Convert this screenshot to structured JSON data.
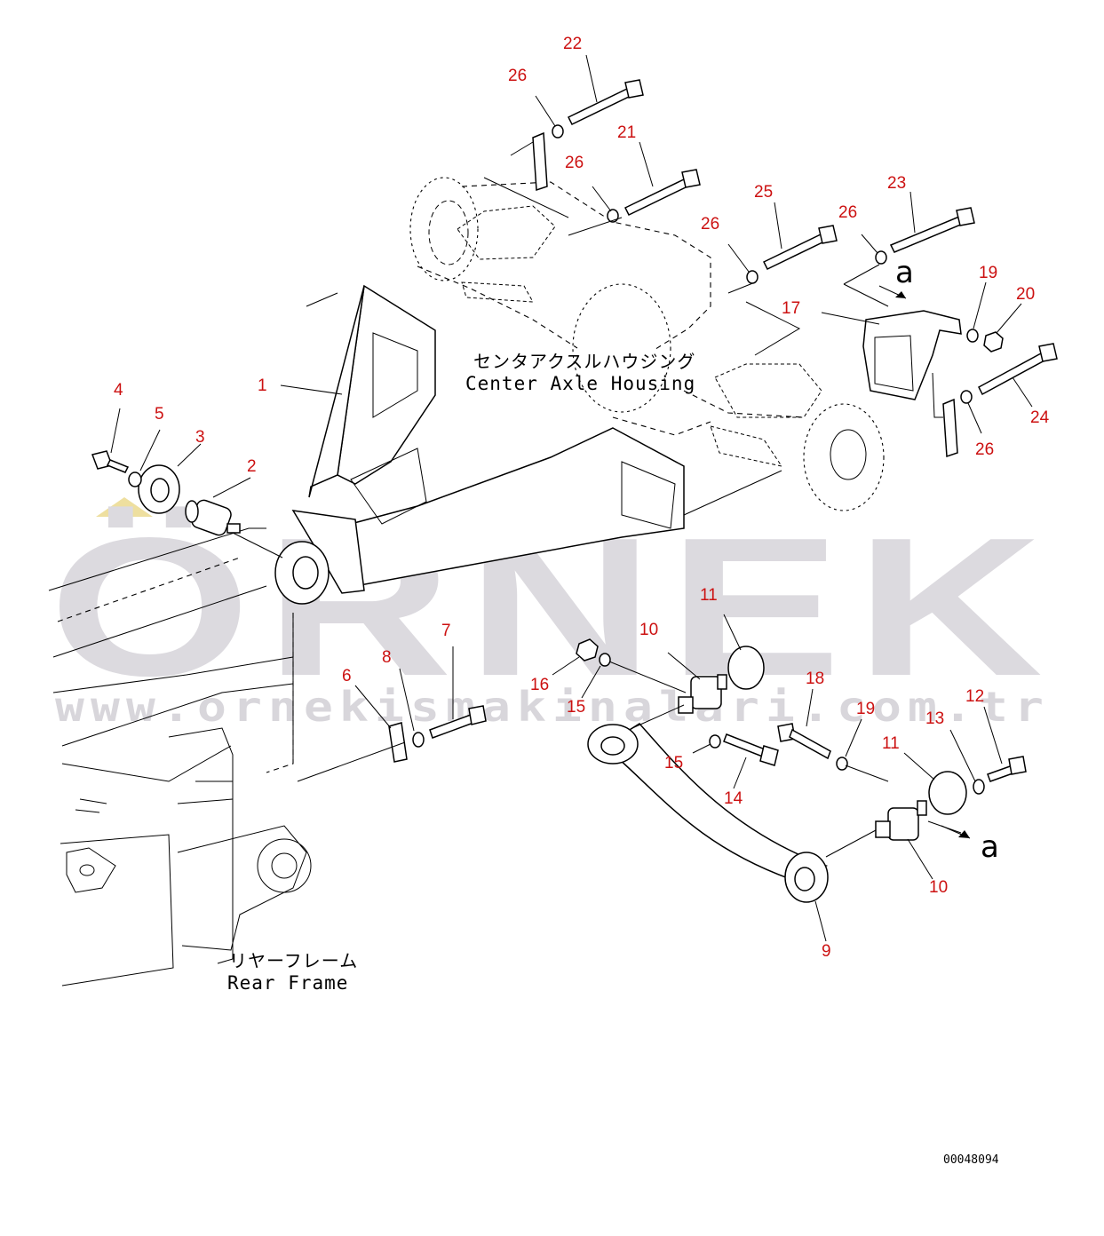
{
  "watermark": {
    "brand": "ÖRNEK",
    "url": "www.ornekismakinalari.com.tr"
  },
  "labels": {
    "center_axle_jp": "センタアクスルハウジング",
    "center_axle_en": "Center Axle Housing",
    "rear_frame_jp": "リヤーフレーム",
    "rear_frame_en": "Rear Frame",
    "arrow_ref_top": "a",
    "arrow_ref_bottom": "a",
    "doc_number": "00048094"
  },
  "callouts": [
    "1",
    "2",
    "3",
    "4",
    "5",
    "6",
    "7",
    "8",
    "9",
    "10",
    "10",
    "11",
    "11",
    "12",
    "13",
    "14",
    "15",
    "15",
    "16",
    "17",
    "18",
    "19",
    "19",
    "20",
    "21",
    "22",
    "23",
    "24",
    "25",
    "26",
    "26",
    "26",
    "26",
    "26"
  ],
  "colors": {
    "callout": "#cc1111",
    "watermark": "#dcdadf",
    "line": "#000000"
  }
}
